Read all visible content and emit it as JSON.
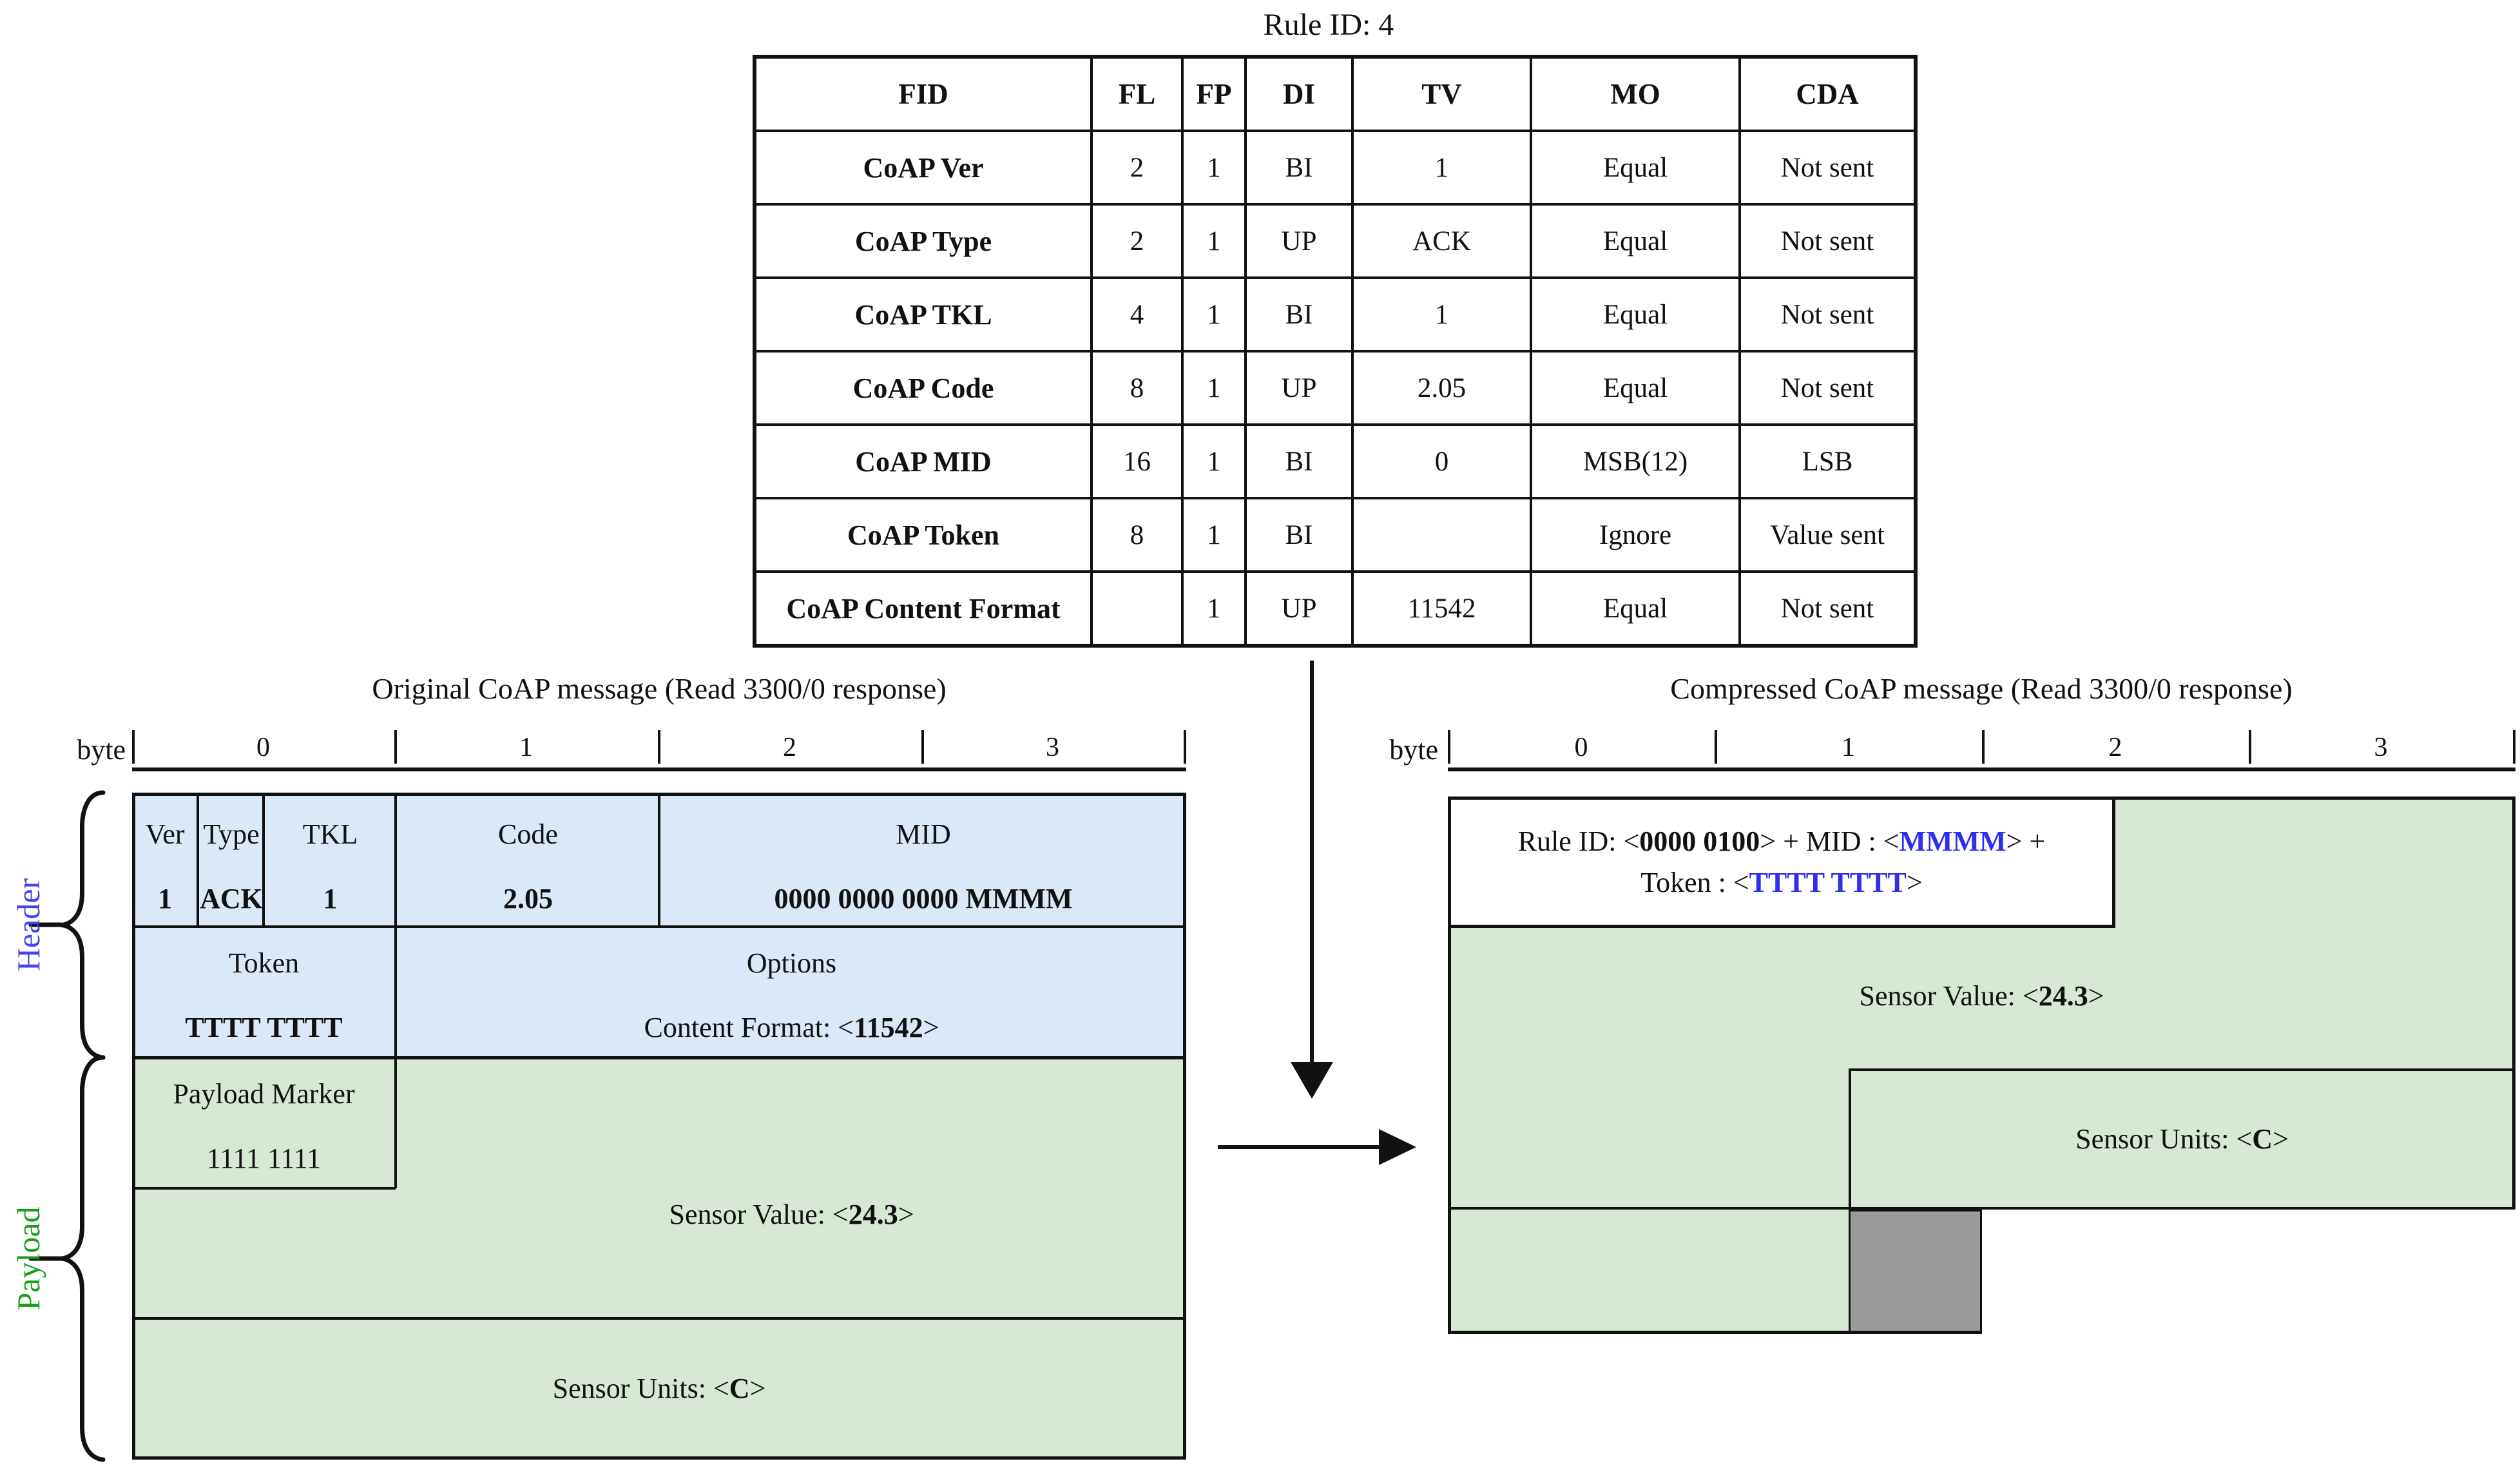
{
  "rule_title": "Rule ID: 4",
  "table": {
    "headers": [
      "FID",
      "FL",
      "FP",
      "DI",
      "TV",
      "MO",
      "CDA"
    ],
    "rows": [
      [
        "CoAP Ver",
        "2",
        "1",
        "BI",
        "1",
        "Equal",
        "Not sent"
      ],
      [
        "CoAP Type",
        "2",
        "1",
        "UP",
        "ACK",
        "Equal",
        "Not sent"
      ],
      [
        "CoAP TKL",
        "4",
        "1",
        "BI",
        "1",
        "Equal",
        "Not sent"
      ],
      [
        "CoAP Code",
        "8",
        "1",
        "UP",
        "2.05",
        "Equal",
        "Not sent"
      ],
      [
        "CoAP MID",
        "16",
        "1",
        "BI",
        "0",
        "MSB(12)",
        "LSB"
      ],
      [
        "CoAP Token",
        "8",
        "1",
        "BI",
        "",
        "Ignore",
        "Value sent"
      ],
      [
        "CoAP Content Format",
        "",
        "1",
        "UP",
        "11542",
        "Equal",
        "Not sent"
      ]
    ]
  },
  "original": {
    "title": "Original CoAP message (Read 3300/0 response)",
    "byte_label": "byte",
    "byte_ticks": [
      "0",
      "1",
      "2",
      "3"
    ],
    "header_label": "Header",
    "payload_label": "Payload",
    "cells": {
      "ver": {
        "label": "Ver",
        "value": "1"
      },
      "type": {
        "label": "Type",
        "value": "ACK"
      },
      "tkl": {
        "label": "TKL",
        "value": "1"
      },
      "code": {
        "label": "Code",
        "value": "2.05"
      },
      "mid": {
        "label": "MID",
        "value": "0000 0000 0000 MMMM"
      },
      "token": {
        "label": "Token",
        "value": "TTTT TTTT"
      },
      "options": {
        "label": "Options",
        "pre": "Content Format: <",
        "value": "11542",
        "post": ">"
      },
      "payload_marker": {
        "label": "Payload Marker",
        "value": "1111 1111"
      },
      "sensor_value": {
        "pre": "Sensor Value: <",
        "value": "24.3",
        "post": ">"
      },
      "sensor_units": {
        "pre": "Sensor Units: <",
        "value": "C",
        "post": ">"
      }
    }
  },
  "compressed": {
    "title": "Compressed CoAP message (Read 3300/0 response)",
    "byte_label": "byte",
    "byte_ticks": [
      "0",
      "1",
      "2",
      "3"
    ],
    "residue_line1": {
      "pre": "Rule ID: <",
      "rule_bits": "0000 0100",
      "mid_sep": "> +  MID : <",
      "mid_bits": "MMMM",
      "post": "> +"
    },
    "residue_line2": {
      "pre": "Token : <",
      "token_bits": "TTTT TTTT",
      "post": ">"
    },
    "sensor_value": {
      "pre": "Sensor Value: <",
      "value": "24.3",
      "post": ">"
    },
    "sensor_units": {
      "pre": "Sensor Units: <",
      "value": "C",
      "post": ">"
    }
  },
  "icons": {
    "down_arrow": "css-triangle-down",
    "right_arrow": "css-triangle-right"
  },
  "colors": {
    "header_fill": "#dbe8f7",
    "payload_fill": "#d7e8d4",
    "unsent_fill": "#9b9b9b",
    "blue_text": "#2e2ef0",
    "header_label": "#4343ef",
    "payload_label": "#16a016",
    "line": "#111111"
  }
}
